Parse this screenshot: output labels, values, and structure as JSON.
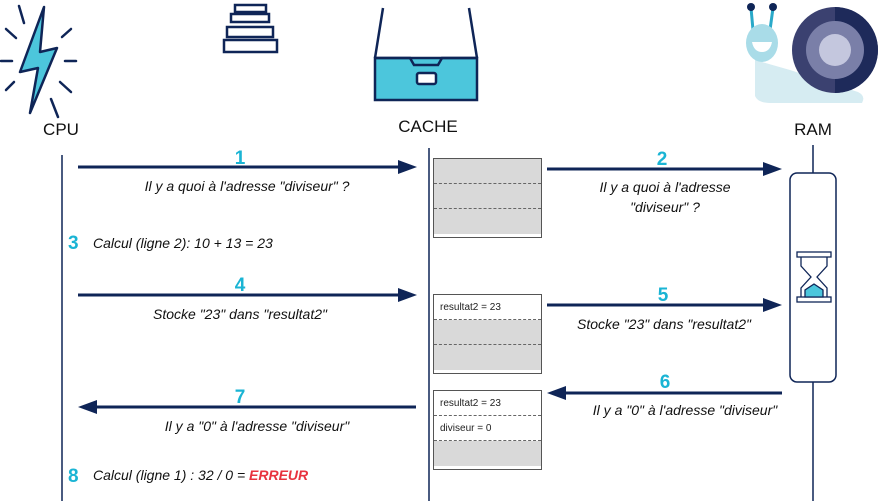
{
  "actors": {
    "cpu": "CPU",
    "cache": "CACHE",
    "ram": "RAM"
  },
  "messages": [
    {
      "num": "1",
      "text": "Il y a quoi à l'adresse \"diviseur\" ?"
    },
    {
      "num": "2",
      "line1": "Il y a quoi à l'adresse",
      "line2": "\"diviseur\" ?"
    },
    {
      "num": "3",
      "text": "Calcul (ligne 2): 10 + 13 = 23"
    },
    {
      "num": "4",
      "text": "Stocke \"23\" dans \"resultat2\""
    },
    {
      "num": "5",
      "text": "Stocke \"23\" dans \"resultat2\""
    },
    {
      "num": "6",
      "text": "Il y a \"0\" à l'adresse \"diviseur\""
    },
    {
      "num": "7",
      "text": "Il y a \"0\" à l'adresse \"diviseur\""
    },
    {
      "num": "8",
      "text": "Calcul (ligne 1) : 32 / 0 = ",
      "error": "ERREUR"
    }
  ],
  "cache_states": [
    [
      "",
      "",
      ""
    ],
    [
      "resultat2 = 23",
      "",
      ""
    ],
    [
      "resultat2 = 23",
      "diviseur = 0",
      ""
    ]
  ],
  "colors": {
    "navy": "#0f2557",
    "accent": "#1ab4d4",
    "error": "#e8333f"
  }
}
